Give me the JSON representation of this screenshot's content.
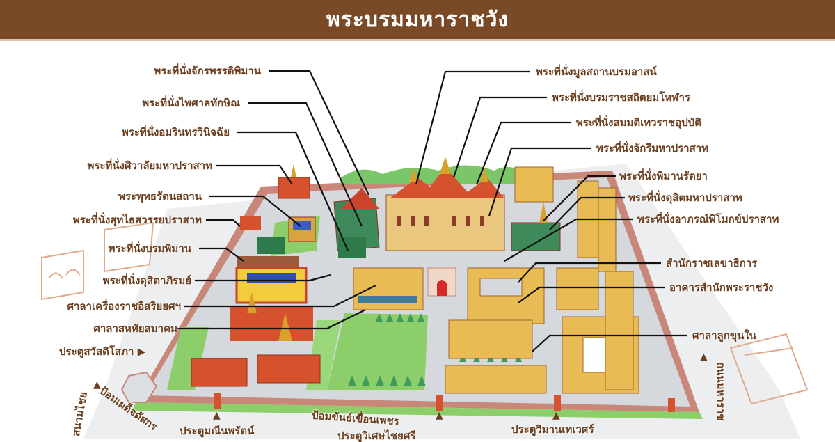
{
  "title": "พระบรมมหาราชวัง",
  "colors": {
    "header": "#7a4a27",
    "label": "#6b3e1e",
    "wall": "#c9877a",
    "lawn": "#8ccf6a",
    "gold": "#e9bb55",
    "roof_red": "#d6522e"
  },
  "labels_left": [
    "พระที่นั่งจักรพรรดิพิมาน",
    "พระที่นั่งไพศาลทักษิณ",
    "พระที่นั่งอมรินทรวินิจฉัย",
    "พระที่นั่งศิวาลัยมหาปราสาท",
    "พระพุทธรัตนสถาน",
    "พระที่นั่งสุทไธสวรรยปราสาท",
    "พระที่นั่งบรมพิมาน",
    "พระที่นั่งดุสิตาภิรมย์",
    "ศาลาเครื่องราชอิสริยยศฯ",
    "ศาลาสหทัยสมาคม"
  ],
  "labels_right": [
    "พระที่นั่งมูลสถานบรมอาสน์",
    "พระที่นั่งบรมราชสถิตยมโหฬาร",
    "พระที่นั่งสมมติเทวราชอุปบัติ",
    "พระที่นั่งจักรีมหาปราสาท",
    "พระที่นั่งพิมานรัตยา",
    "พระที่นั่งดุสิตมหาปราสาท",
    "พระที่นั่งอาภรณ์พิโมกข์ปราสาท",
    "สำนักราชเลขาธิการ",
    "อาคารสำนักพระราชวัง",
    "ศาลาลูกขุนใน"
  ],
  "gates": {
    "swasdi": "ประตูสวัสดิโสภา",
    "manee": "ประตูมณีนพรัตน์",
    "wiset": "ประตูวิเศษไชยศรี",
    "wiman": "ประตูวิมานเทเวศร์"
  },
  "forts": {
    "phadet": "ป้อมเผด็จดัสกร",
    "khan": "ป้อมขันธ์เขื่อนเพชร"
  },
  "roads": {
    "sanam_chai": "สนามไชย",
    "maharat": "ถนนมหาราช"
  },
  "arrow_right": "▶",
  "arrow_up": "▲"
}
